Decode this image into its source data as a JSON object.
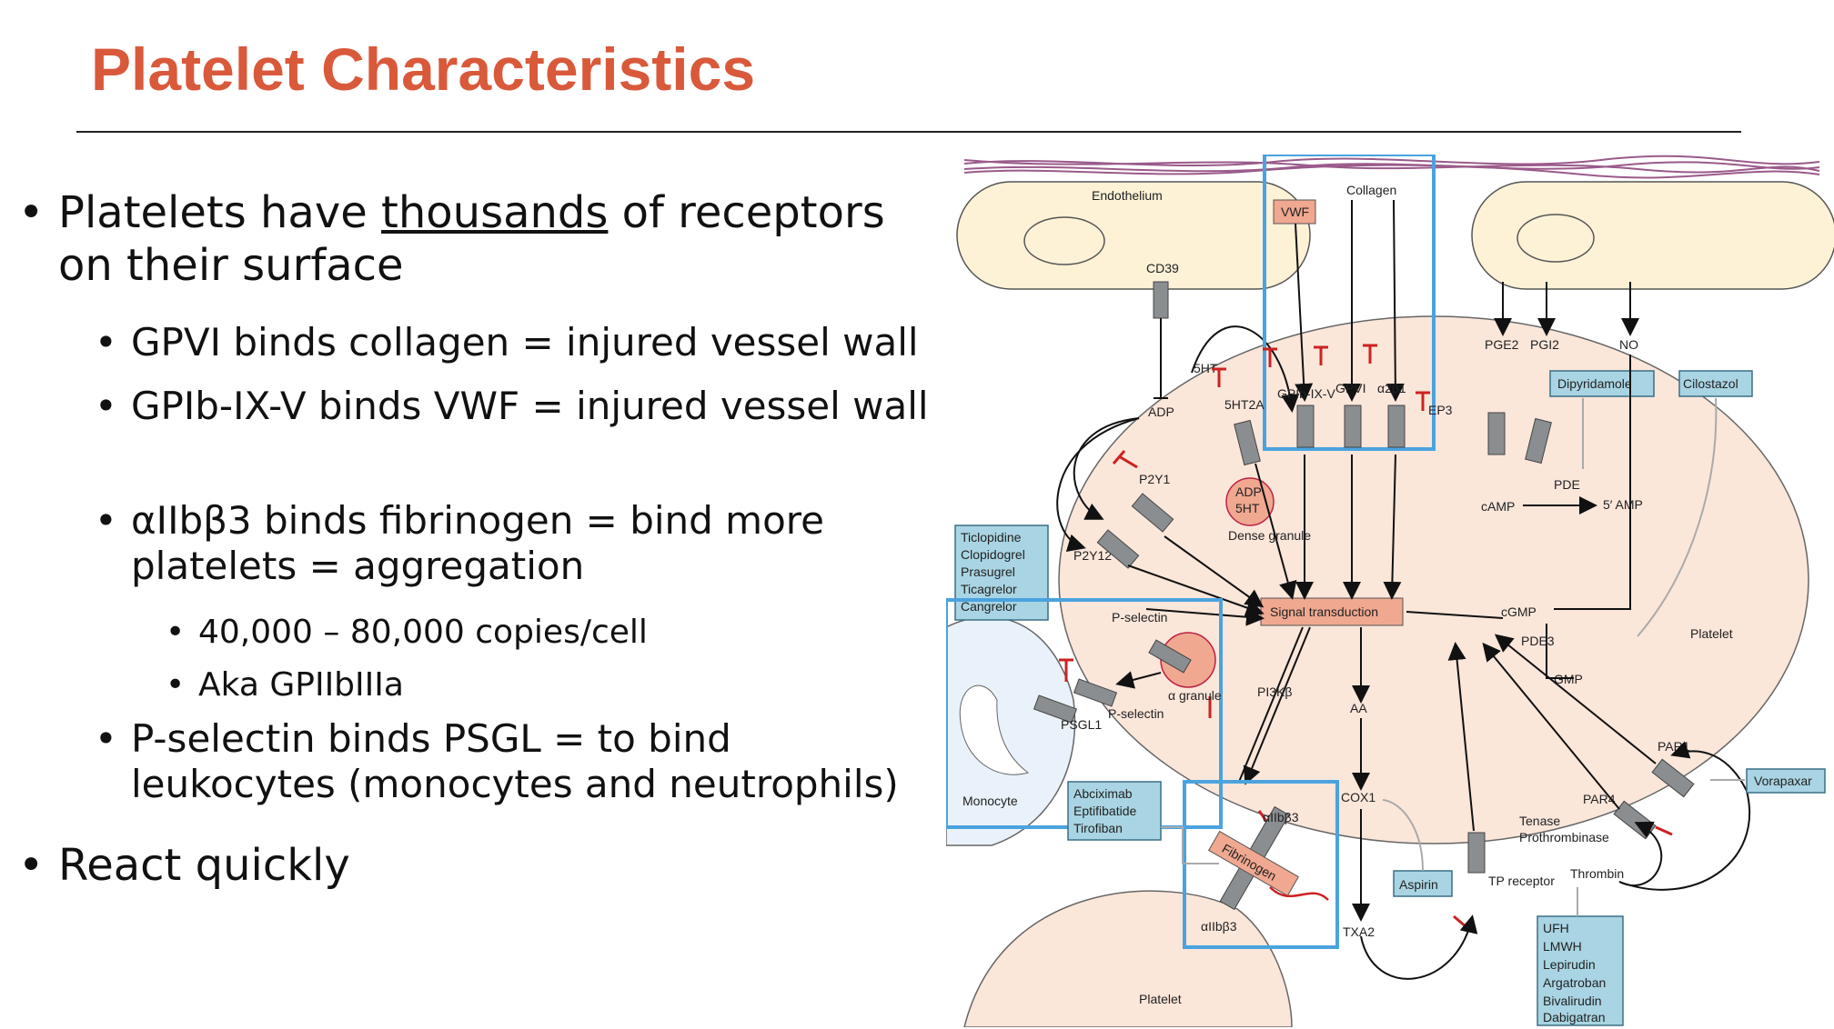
{
  "slide": {
    "title": "Platelet Characteristics",
    "bullets": [
      {
        "pre": "Platelets have ",
        "emph": "thousands",
        "post": " of receptors on their surface"
      },
      {
        "text": "GPVI binds collagen = injured vessel wall"
      },
      {
        "text": "GPIb-IX-V binds VWF = injured vessel wall"
      },
      {
        "text": "αIIbβ3 binds fibrinogen = bind more platelets = aggregation"
      },
      {
        "text": "40,000 – 80,000 copies/cell"
      },
      {
        "text": "Aka GPIIbIIIa"
      },
      {
        "text": "P-selectin binds PSGL = to bind leukocytes (monocytes and neutrophils)"
      },
      {
        "text": "React quickly"
      }
    ]
  },
  "diagram": {
    "cells": {
      "endothelium": "Endothelium",
      "collagen": "Collagen",
      "platelet_main": "Platelet",
      "platelet_lower": "Platelet",
      "monocyte": "Monocyte",
      "dense_granule": "Dense granule",
      "alpha_granule": "α granule"
    },
    "labels": {
      "vwf": "VWF",
      "cd39": "CD39",
      "adp": "ADP",
      "sht": "5HT",
      "sht2a": "5HT2A",
      "gpib": "GPIb-IX-V",
      "gpvi": "GPVI",
      "a2b1": "α2β1",
      "ep3": "EP3",
      "pge2": "PGE2",
      "pgi2": "PGI2",
      "no": "NO",
      "p2y1": "P2Y1",
      "p2y12": "P2Y12",
      "granule_adp": "ADP",
      "granule_5ht": "5HT",
      "pde": "PDE",
      "camp": "cAMP",
      "amp": "5′ AMP",
      "signal": "Signal transduction",
      "cgmp": "cGMP",
      "pde3": "PDE3",
      "gmp": "GMP",
      "pselectin_top": "P-selectin",
      "pselectin_side": "P-selectin",
      "psgl1": "PSGL1",
      "pi3kb": "PI3Kβ",
      "aa": "AA",
      "cox1": "COX1",
      "txa2": "TXA2",
      "tp_receptor": "TP receptor",
      "par1": "PAR1",
      "par4": "PAR4",
      "tenase": "Tenase",
      "prothrombinase": "Prothrombinase",
      "thrombin": "Thrombin",
      "aiib3_top": "αIIbβ3",
      "aiib3_bottom": "αIIbβ3",
      "fibrinogen": "Fibrinogen"
    },
    "drugs": {
      "p2y12_blockers": [
        "Ticlopidine",
        "Clopidogrel",
        "Prasugrel",
        "Ticagrelor",
        "Cangrelor"
      ],
      "gp_blockers": [
        "Abciximab",
        "Eptifibatide",
        "Tirofiban"
      ],
      "aspirin": "Aspirin",
      "dipyridamole": "Dipyridamole",
      "cilostazol": "Cilostazol",
      "vorapaxar": "Vorapaxar",
      "anticoagulants": [
        "UFH",
        "LMWH",
        "Lepirudin",
        "Argatroban",
        "Bivalirudin",
        "Dabigatran"
      ]
    },
    "colors": {
      "highlight_box": "#4aa3df",
      "cell_fill": "#fbe6da",
      "endothelium_fill": "#fdf1d6",
      "drug_fill": "#a9d4e3",
      "signal_fill": "#f0a890",
      "inhibit_red": "#cc2222",
      "title_color": "#d9593b"
    }
  }
}
